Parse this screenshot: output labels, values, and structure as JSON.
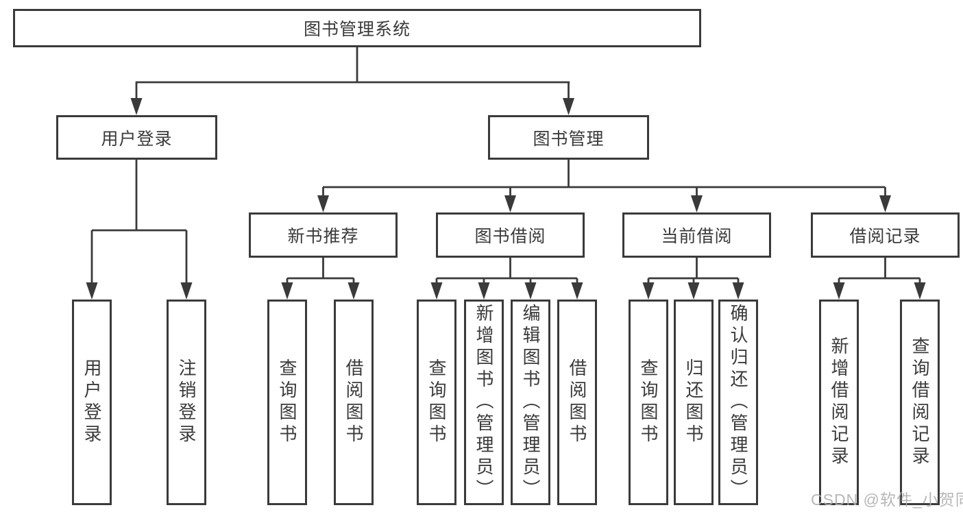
{
  "diagram": {
    "root": {
      "label": "图书管理系统"
    },
    "level2": [
      {
        "label": "用户登录"
      },
      {
        "label": "图书管理"
      }
    ],
    "level3": [
      {
        "label": "新书推荐"
      },
      {
        "label": "图书借阅"
      },
      {
        "label": "当前借阅"
      },
      {
        "label": "借阅记录"
      }
    ],
    "leaves": {
      "user_login": [
        {
          "label": "用户登录"
        },
        {
          "label": "注销登录"
        }
      ],
      "new_books": [
        {
          "label": "查询图书"
        },
        {
          "label": "借阅图书"
        }
      ],
      "book_borrow": [
        {
          "label": "查询图书"
        },
        {
          "label": "新增图书（管理员）"
        },
        {
          "label": "编辑图书（管理员）"
        },
        {
          "label": "借阅图书"
        }
      ],
      "current_borrow": [
        {
          "label": "查询图书"
        },
        {
          "label": "归还图书"
        },
        {
          "label": "确认归还（管理员）"
        }
      ],
      "borrow_records": [
        {
          "label": "新增借阅记录"
        },
        {
          "label": "查询借阅记录"
        }
      ]
    }
  },
  "watermark": "CSDN @软件_小贺同学",
  "colors": {
    "line": "#3a3a3a",
    "box_border": "#3a3a3a",
    "box_fill": "#ffffff",
    "text": "#3a3a3a",
    "watermark": "#adadad",
    "background": "#ffffff"
  }
}
